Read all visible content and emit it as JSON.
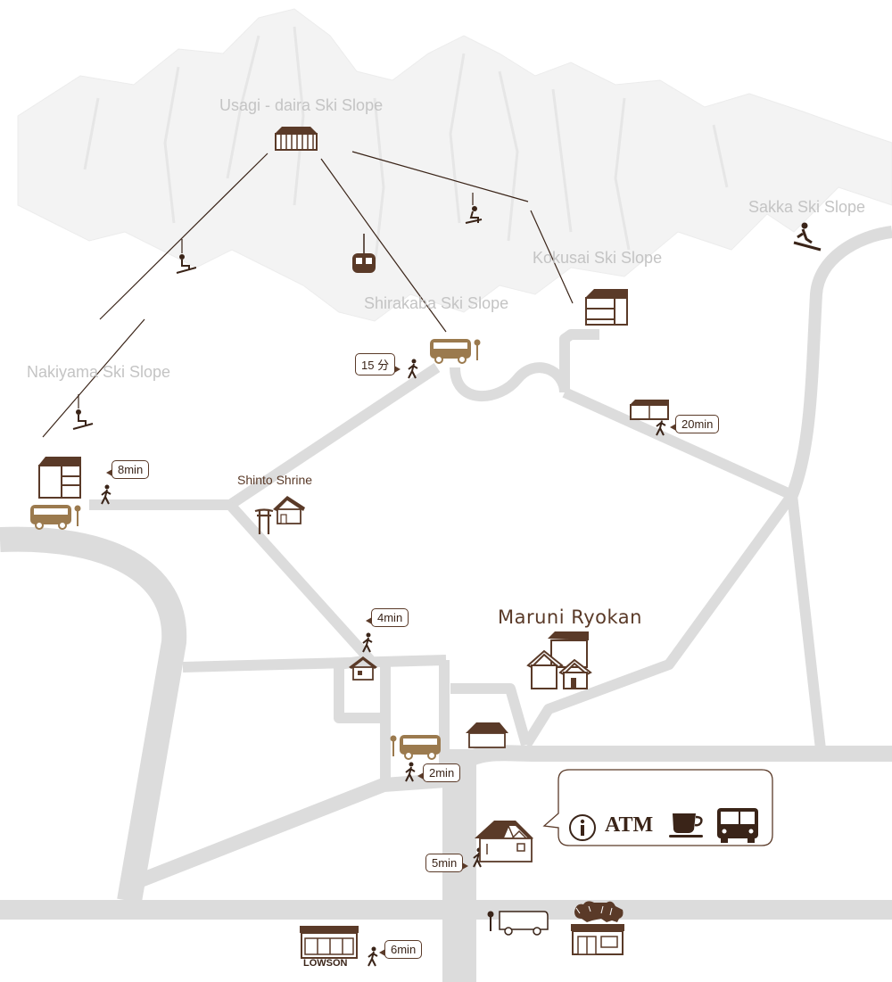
{
  "colors": {
    "road": "#dcdcdc",
    "icon_brown": "#5a3a28",
    "bus_gold": "#9b7a4e",
    "slope_label": "#c4c4c4",
    "mountain": "#f3f3f3"
  },
  "labels": {
    "usagi": "Usagi - daira Ski Slope",
    "sakka": "Sakka Ski Slope",
    "kokusai": "Kokusai Ski Slope",
    "shirakaba": "Shirakaba Ski Slope",
    "nakiyama": "Nakiyama Ski Slope",
    "shrine": "Shinto Shrine",
    "ryokan": "Maruni Ryokan",
    "lowson": "LOWSON",
    "atm": "ATM"
  },
  "walk_times": {
    "shirakaba": "15 分",
    "kokusai": "20min",
    "nakiyama": "8min",
    "shrine_area": "4min",
    "bus_stop": "2min",
    "info_center": "5min",
    "lowson": "6min"
  },
  "info_box": {
    "icons": [
      "info-icon",
      "atm-text",
      "coffee-cup-icon",
      "bus-front-icon"
    ]
  }
}
